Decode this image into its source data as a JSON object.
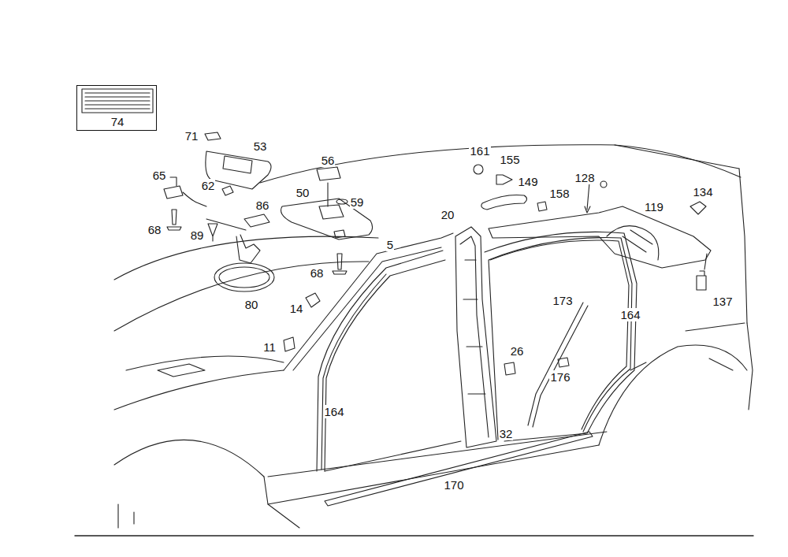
{
  "diagram": {
    "nodes": [
      {
        "text": [
          "74"
        ]
      }
    ],
    "labels": [
      "71",
      "53",
      "56",
      "161",
      "155",
      "65",
      "62",
      "149",
      "128",
      "134",
      "50",
      "59",
      "158",
      "20",
      "119",
      "86",
      "68",
      "89",
      "5",
      "68",
      "80",
      "14",
      "137",
      "173",
      "164",
      "11",
      "26",
      "176",
      "164",
      "32",
      "170"
    ]
  }
}
